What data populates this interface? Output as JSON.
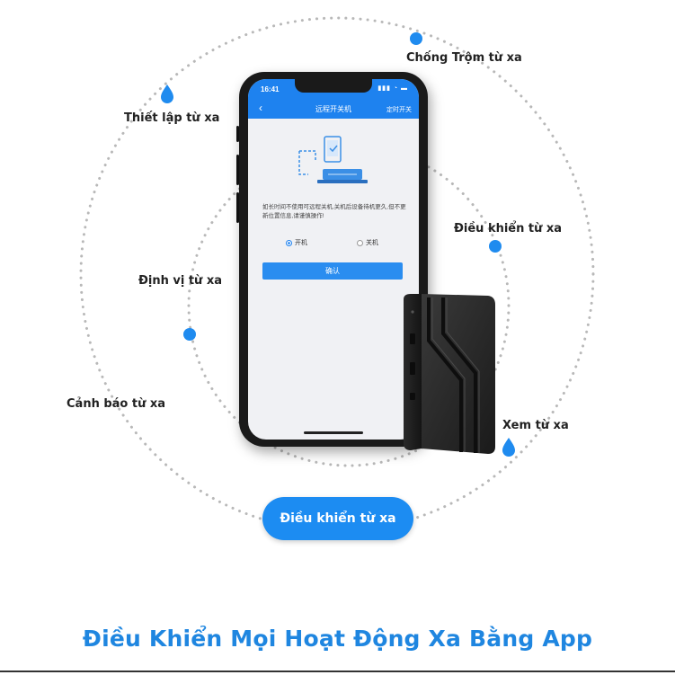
{
  "features": [
    {
      "key": "anti_theft",
      "label": "Chống Trộm từ xa"
    },
    {
      "key": "setup",
      "label": "Thiết lập từ xa"
    },
    {
      "key": "control",
      "label": "Điều khiển từ xa"
    },
    {
      "key": "locate",
      "label": "Định vị từ xa"
    },
    {
      "key": "alert",
      "label": "Cảnh báo từ xa"
    },
    {
      "key": "view",
      "label": "Xem từ xa"
    }
  ],
  "cta": {
    "label": "Điều khiển từ xa"
  },
  "headline": "Điều Khiển Mọi Hoạt Động Xa Bằng App",
  "phone": {
    "time": "16:41",
    "status_icons": "▮▮▮ ◔ ▬",
    "back_glyph": "‹",
    "title": "远程开关机",
    "right_action": "定时开关",
    "description": "如长时间不使用可远程关机,关机后设备待机更久,但不更新位置信息,请谨慎操作!",
    "options": [
      {
        "label": "开机",
        "selected": true
      },
      {
        "label": "关机",
        "selected": false
      }
    ],
    "confirm_label": "确认"
  },
  "colors": {
    "accent": "#1c8cf2",
    "headline": "#1f86e0",
    "dots": "#b8b8b8",
    "marker": "#1f8bef"
  },
  "icons": {
    "marker": "map-pin-icon",
    "node": "dot-icon"
  }
}
